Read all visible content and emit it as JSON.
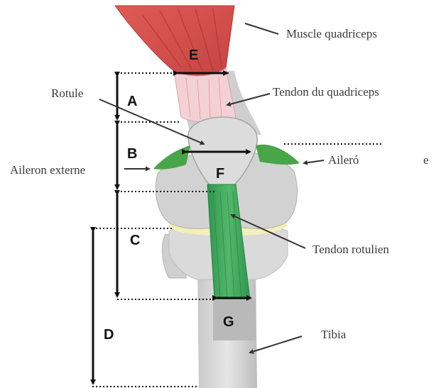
{
  "labels": {
    "muscle_quadriceps": "Muscle quadriceps",
    "tendon_quadriceps": "Tendon du quadriceps",
    "rotule": "Rotule",
    "aileron_externe": "Aileron externe",
    "aileron_right_left": "Aileró",
    "aileron_right_right": "e",
    "tendon_rotulien": "Tendon rotulien",
    "tibia": "Tibia"
  },
  "measurements": {
    "A": "A",
    "B": "B",
    "C": "C",
    "D": "D",
    "E": "E",
    "F": "F",
    "G": "G"
  },
  "colors": {
    "muscle": "#d7514c",
    "tendon_quad": "#f3d0d3",
    "bone": "#d4d4d4",
    "bone_shadow": "#b9b9b9",
    "cartilage": "#f3f0b8",
    "aileron": "#4aa84a",
    "patellar_tendon": "#3fa65a",
    "line": "#111111",
    "leader": "#333333"
  }
}
